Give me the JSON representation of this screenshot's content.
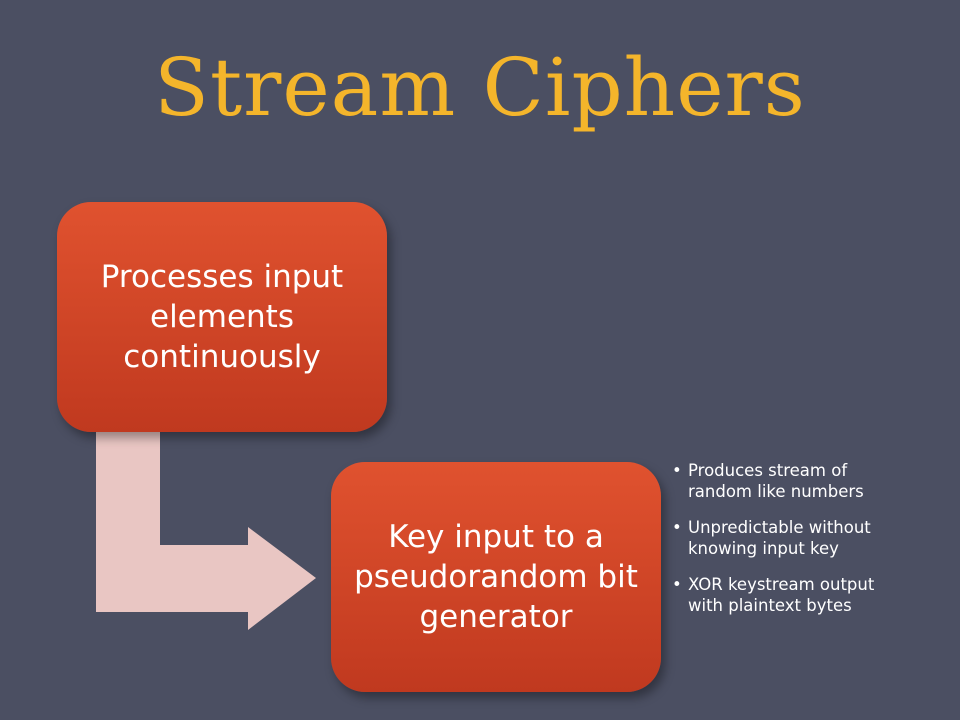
{
  "slide": {
    "title": "Stream Ciphers"
  },
  "diagram": {
    "box1_text": "Processes input elements continuously",
    "box2_text": "Key input to a pseudorandom bit generator",
    "bullets": [
      "Produces stream of random like numbers",
      "Unpredictable without knowing input key",
      "XOR keystream output with plaintext bytes"
    ],
    "colors": {
      "background": "#4b4f62",
      "title": "#f4b52b",
      "box_top": "#e0522f",
      "box_bottom": "#c0391f",
      "arrow": "#e9c6c3"
    }
  }
}
